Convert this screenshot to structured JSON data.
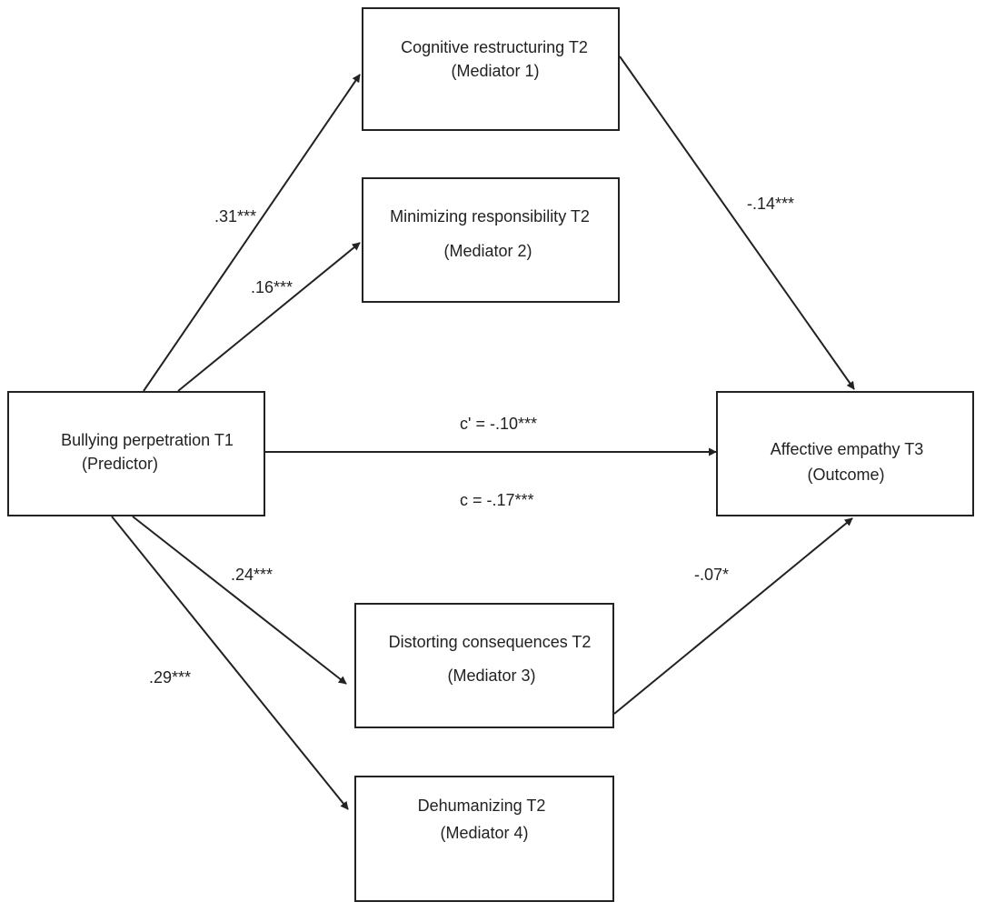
{
  "nodes": {
    "predictor": {
      "name": "Bullying perpetration T1",
      "role": "(Predictor)"
    },
    "mediator1": {
      "name": "Cognitive restructuring T2",
      "role": "(Mediator 1)"
    },
    "mediator2": {
      "name": "Minimizing responsibility T2",
      "role": "(Mediator 2)"
    },
    "mediator3": {
      "name": "Distorting consequences T2",
      "role": "(Mediator 3)"
    },
    "mediator4": {
      "name": "Dehumanizing T2",
      "role": "(Mediator 4)"
    },
    "outcome": {
      "name": "Affective empathy T3",
      "role": "(Outcome)"
    }
  },
  "edges": {
    "a1": ".31***",
    "a2": ".16***",
    "a3": ".24***",
    "a4": ".29***",
    "b1": "-.14***",
    "b3": "-.07*",
    "c_prime": "c' = -.10***",
    "c_total": "c = -.17***"
  },
  "colors": {
    "line": "#222222",
    "box_border": "#222222",
    "text": "#222222"
  }
}
